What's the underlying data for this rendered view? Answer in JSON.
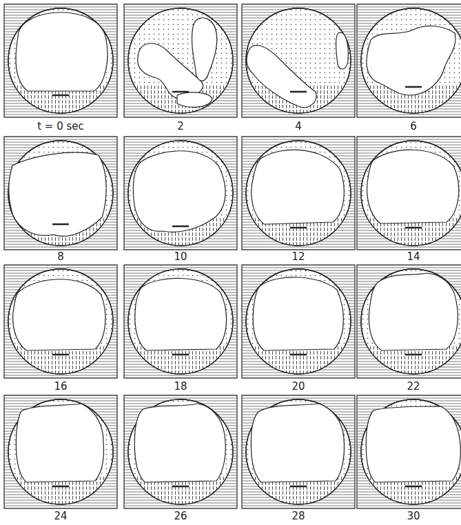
{
  "diagram": {
    "labels": [
      "t = 0 sec",
      "2",
      "4",
      "6",
      "8",
      "10",
      "12",
      "14",
      "16",
      "18",
      "20",
      "22",
      "24",
      "26",
      "28",
      "30"
    ]
  }
}
